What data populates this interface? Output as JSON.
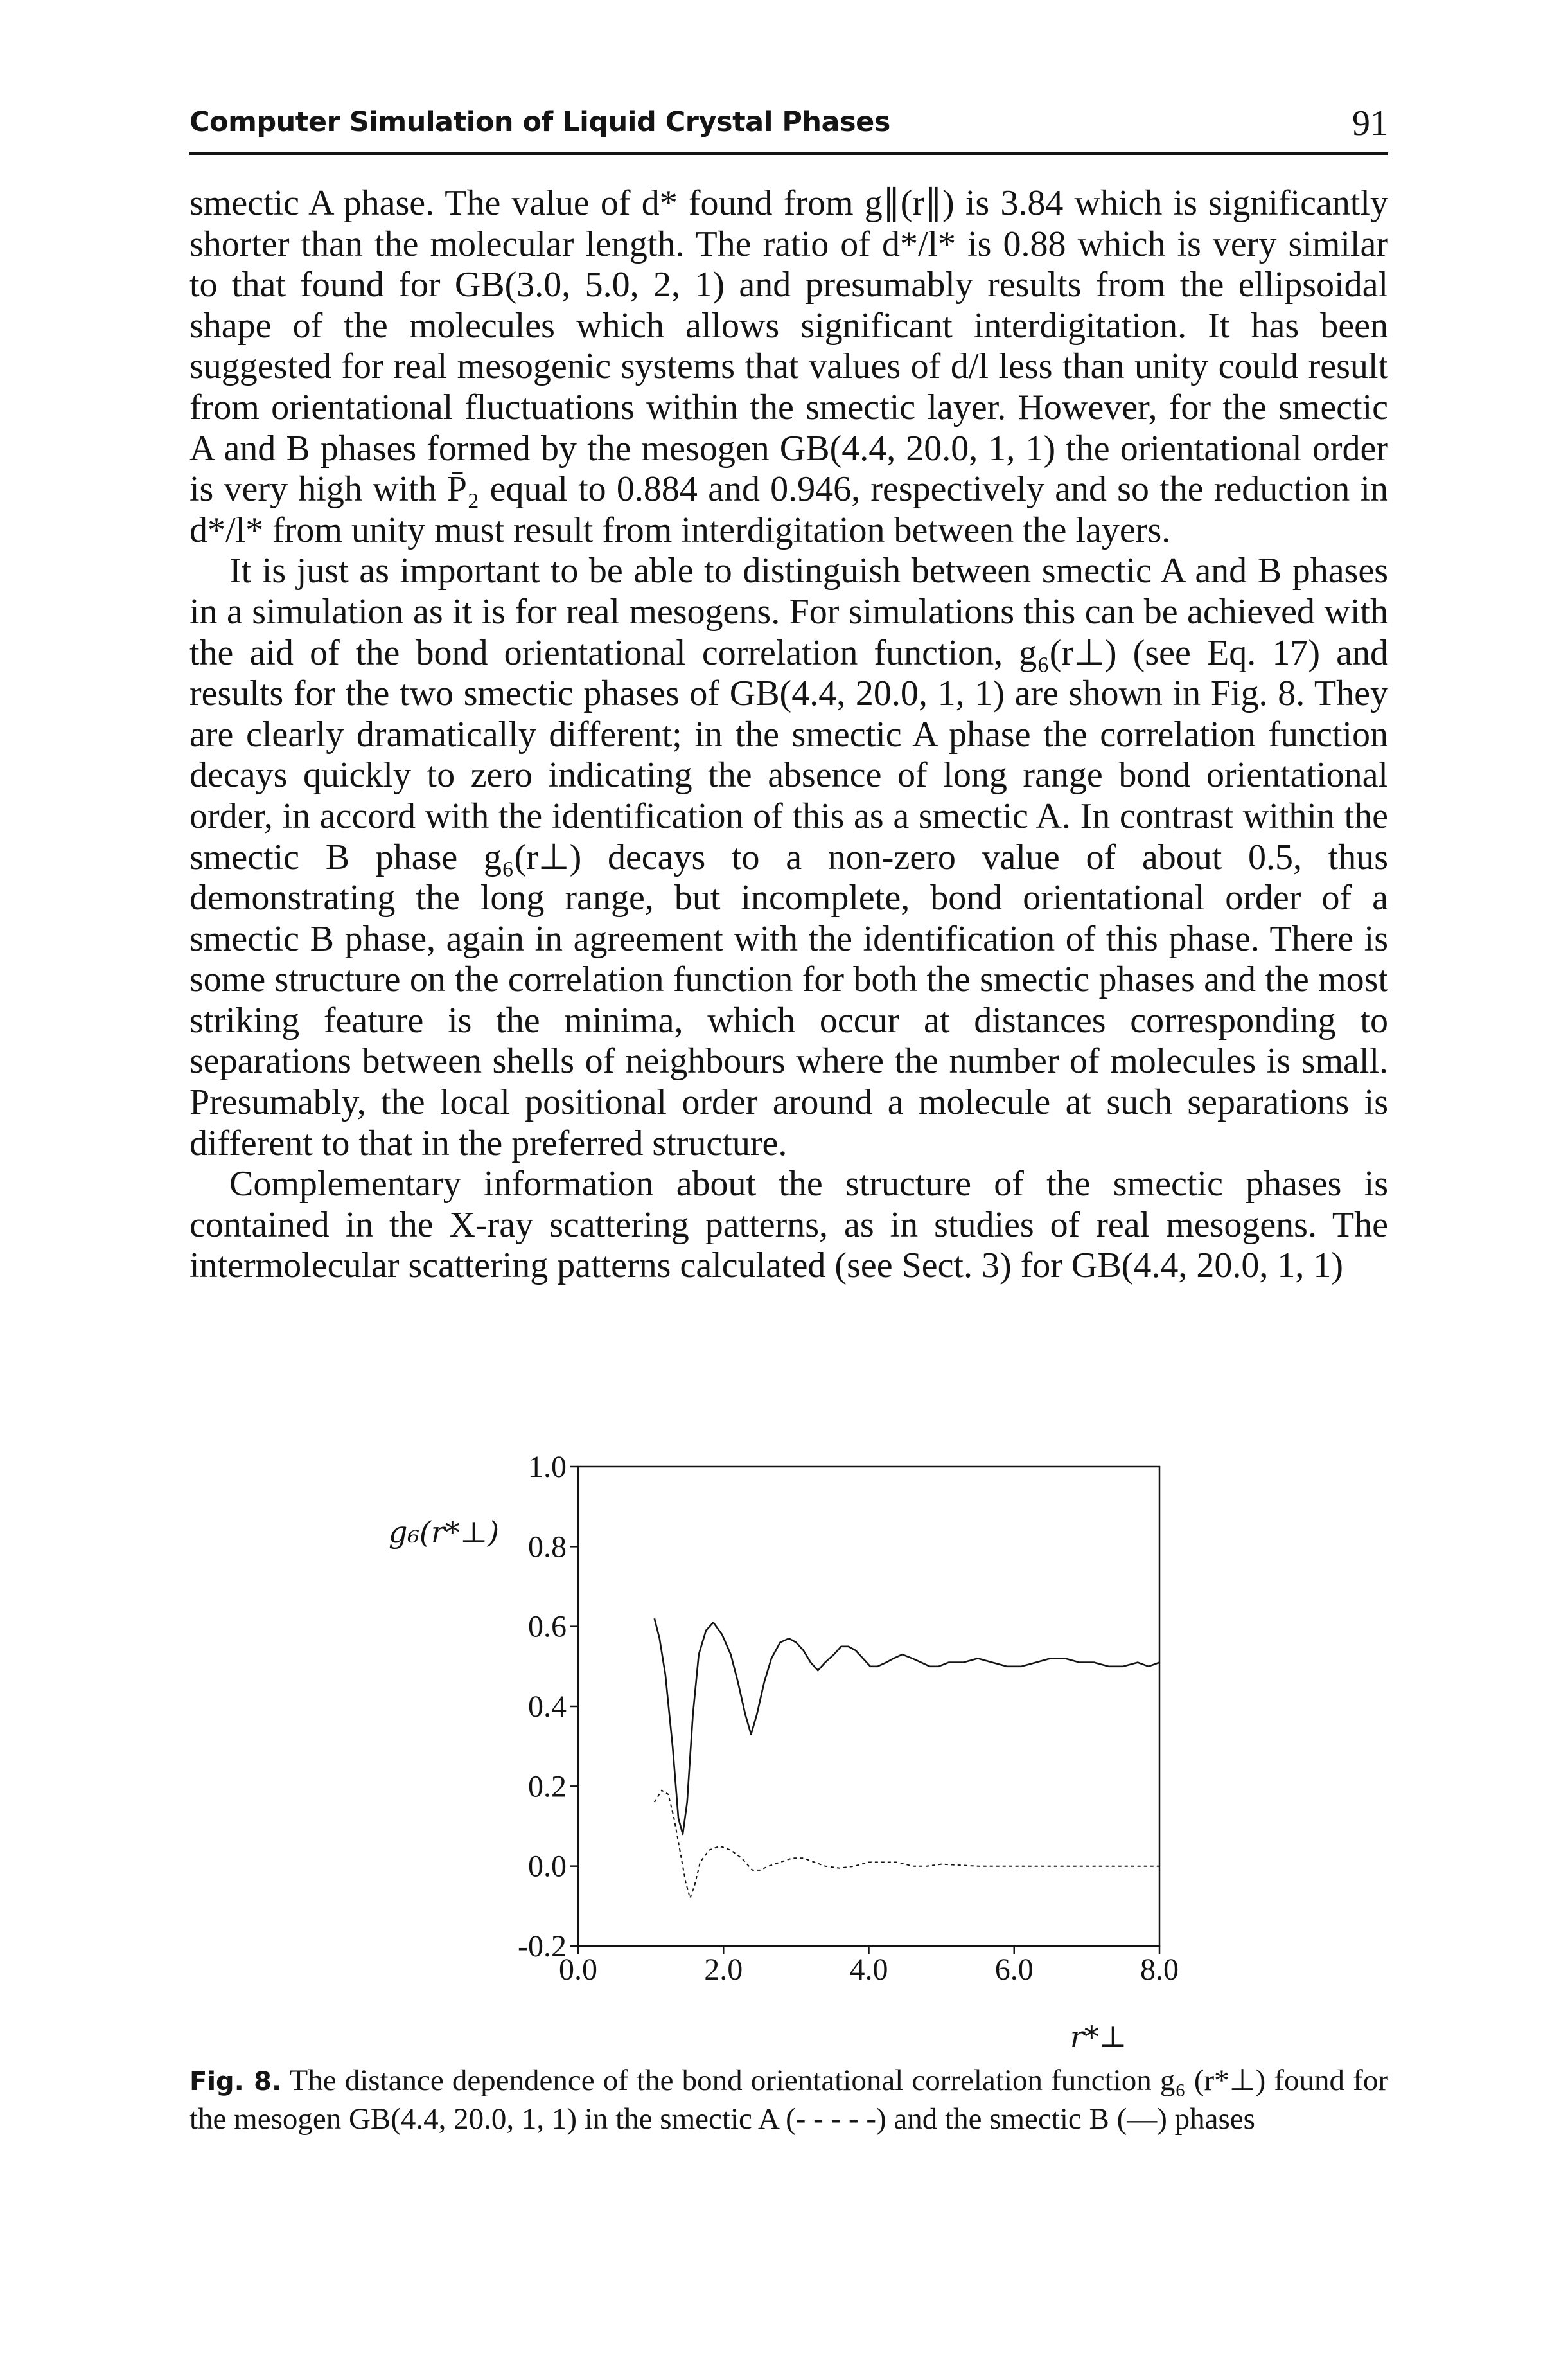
{
  "header": {
    "running_title": "Computer Simulation of Liquid Crystal Phases",
    "page_number": "91"
  },
  "paragraphs": [
    "smectic A phase. The value of d* found from g∥(r∥) is 3.84 which is significantly shorter than the molecular length. The ratio of d*/l* is 0.88 which is very similar to that found for GB(3.0, 5.0, 2, 1) and presumably results from the ellipsoidal shape of the molecules which allows significant interdigitation. It has been suggested for real mesogenic systems that values of d/l less than unity could result from orientational fluctuations within the smectic layer. However, for the smectic A and B phases formed by the mesogen GB(4.4, 20.0, 1, 1) the orientational order is very high with P̄₂ equal to 0.884 and 0.946, respectively and so the reduction in d*/l* from unity must result from interdigitation between the layers.",
    "It is just as important to be able to distinguish between smectic A and B phases in a simulation as it is for real mesogens. For simulations this can be achieved with the aid of the bond orientational correlation function, g₆(r⊥) (see Eq. 17) and results for the two smectic phases of GB(4.4, 20.0, 1, 1) are shown in Fig. 8. They are clearly dramatically different; in the smectic A phase the correlation function decays quickly to zero indicating the absence of long range bond orientational order, in accord with the identification of this as a smectic A. In contrast within the smectic B phase g₆(r⊥) decays to a non-zero value of about 0.5, thus demonstrating the long range, but incomplete, bond orientational order of a smectic B phase, again in agreement with the identification of this phase. There is some structure on the correlation function for both the smectic phases and the most striking feature is the minima, which occur at distances corresponding to separations between shells of neighbours where the number of molecules is small. Presumably, the local positional order around a molecule at such separations is different to that in the preferred structure.",
    "Complementary information about the structure of the smectic phases is contained in the X-ray scattering patterns, as in studies of real mesogens. The intermolecular scattering patterns calculated (see Sect. 3) for GB(4.4, 20.0, 1, 1)"
  ],
  "figure": {
    "caption_label": "Fig. 8.",
    "caption_text": " The distance dependence of the bond orientational correlation function g₆ (r*⊥) found for the mesogen GB(4.4, 20.0, 1, 1) in the smectic A (- - - - -) and the smectic B (—) phases"
  },
  "chart_data": {
    "type": "line",
    "ylabel": "g₆(r*⊥)",
    "xlabel": "r*⊥",
    "xlim": [
      0,
      8.0
    ],
    "ylim": [
      -0.2,
      1.0
    ],
    "x_tick_labels": [
      "0.0",
      "2.0",
      "4.0",
      "6.0",
      "8.0"
    ],
    "y_tick_labels": [
      "-0.2",
      "0.0",
      "0.2",
      "0.4",
      "0.6",
      "0.8",
      "1.0"
    ],
    "x_ticks": [
      0,
      2,
      4,
      6,
      8
    ],
    "y_ticks": [
      -0.2,
      0.0,
      0.2,
      0.4,
      0.6,
      0.8,
      1.0
    ],
    "grid": false,
    "series": [
      {
        "style": "solid",
        "points": [
          [
            1.05,
            0.62
          ],
          [
            1.12,
            0.57
          ],
          [
            1.2,
            0.48
          ],
          [
            1.3,
            0.3
          ],
          [
            1.38,
            0.12
          ],
          [
            1.44,
            0.08
          ],
          [
            1.5,
            0.16
          ],
          [
            1.58,
            0.38
          ],
          [
            1.66,
            0.53
          ],
          [
            1.76,
            0.59
          ],
          [
            1.86,
            0.61
          ],
          [
            1.98,
            0.58
          ],
          [
            2.1,
            0.53
          ],
          [
            2.2,
            0.46
          ],
          [
            2.3,
            0.38
          ],
          [
            2.38,
            0.33
          ],
          [
            2.46,
            0.38
          ],
          [
            2.56,
            0.46
          ],
          [
            2.66,
            0.52
          ],
          [
            2.78,
            0.56
          ],
          [
            2.9,
            0.57
          ],
          [
            3.0,
            0.56
          ],
          [
            3.1,
            0.54
          ],
          [
            3.2,
            0.51
          ],
          [
            3.3,
            0.49
          ],
          [
            3.4,
            0.51
          ],
          [
            3.52,
            0.53
          ],
          [
            3.62,
            0.55
          ],
          [
            3.72,
            0.55
          ],
          [
            3.82,
            0.54
          ],
          [
            3.92,
            0.52
          ],
          [
            4.02,
            0.5
          ],
          [
            4.12,
            0.5
          ],
          [
            4.24,
            0.51
          ],
          [
            4.34,
            0.52
          ],
          [
            4.46,
            0.53
          ],
          [
            4.6,
            0.52
          ],
          [
            4.72,
            0.51
          ],
          [
            4.84,
            0.5
          ],
          [
            4.96,
            0.5
          ],
          [
            5.1,
            0.51
          ],
          [
            5.3,
            0.51
          ],
          [
            5.5,
            0.52
          ],
          [
            5.7,
            0.51
          ],
          [
            5.9,
            0.5
          ],
          [
            6.1,
            0.5
          ],
          [
            6.3,
            0.51
          ],
          [
            6.5,
            0.52
          ],
          [
            6.7,
            0.52
          ],
          [
            6.9,
            0.51
          ],
          [
            7.1,
            0.51
          ],
          [
            7.3,
            0.5
          ],
          [
            7.5,
            0.5
          ],
          [
            7.7,
            0.51
          ],
          [
            7.85,
            0.5
          ],
          [
            8.0,
            0.51
          ]
        ]
      },
      {
        "style": "dashed",
        "points": [
          [
            1.05,
            0.16
          ],
          [
            1.15,
            0.19
          ],
          [
            1.24,
            0.18
          ],
          [
            1.32,
            0.12
          ],
          [
            1.4,
            0.04
          ],
          [
            1.48,
            -0.04
          ],
          [
            1.54,
            -0.08
          ],
          [
            1.6,
            -0.05
          ],
          [
            1.68,
            0.01
          ],
          [
            1.8,
            0.04
          ],
          [
            1.95,
            0.05
          ],
          [
            2.1,
            0.04
          ],
          [
            2.25,
            0.02
          ],
          [
            2.4,
            -0.01
          ],
          [
            2.5,
            -0.01
          ],
          [
            2.62,
            0.0
          ],
          [
            2.78,
            0.01
          ],
          [
            2.95,
            0.02
          ],
          [
            3.1,
            0.02
          ],
          [
            3.25,
            0.01
          ],
          [
            3.4,
            0.0
          ],
          [
            3.6,
            -0.005
          ],
          [
            3.8,
            0.0
          ],
          [
            4.0,
            0.01
          ],
          [
            4.2,
            0.01
          ],
          [
            4.4,
            0.01
          ],
          [
            4.6,
            0.0
          ],
          [
            4.8,
            0.0
          ],
          [
            5.0,
            0.005
          ],
          [
            5.5,
            0.0
          ],
          [
            6.0,
            0.0
          ],
          [
            6.5,
            0.0
          ],
          [
            7.0,
            0.0
          ],
          [
            7.5,
            0.0
          ],
          [
            8.0,
            0.0
          ]
        ]
      }
    ]
  }
}
